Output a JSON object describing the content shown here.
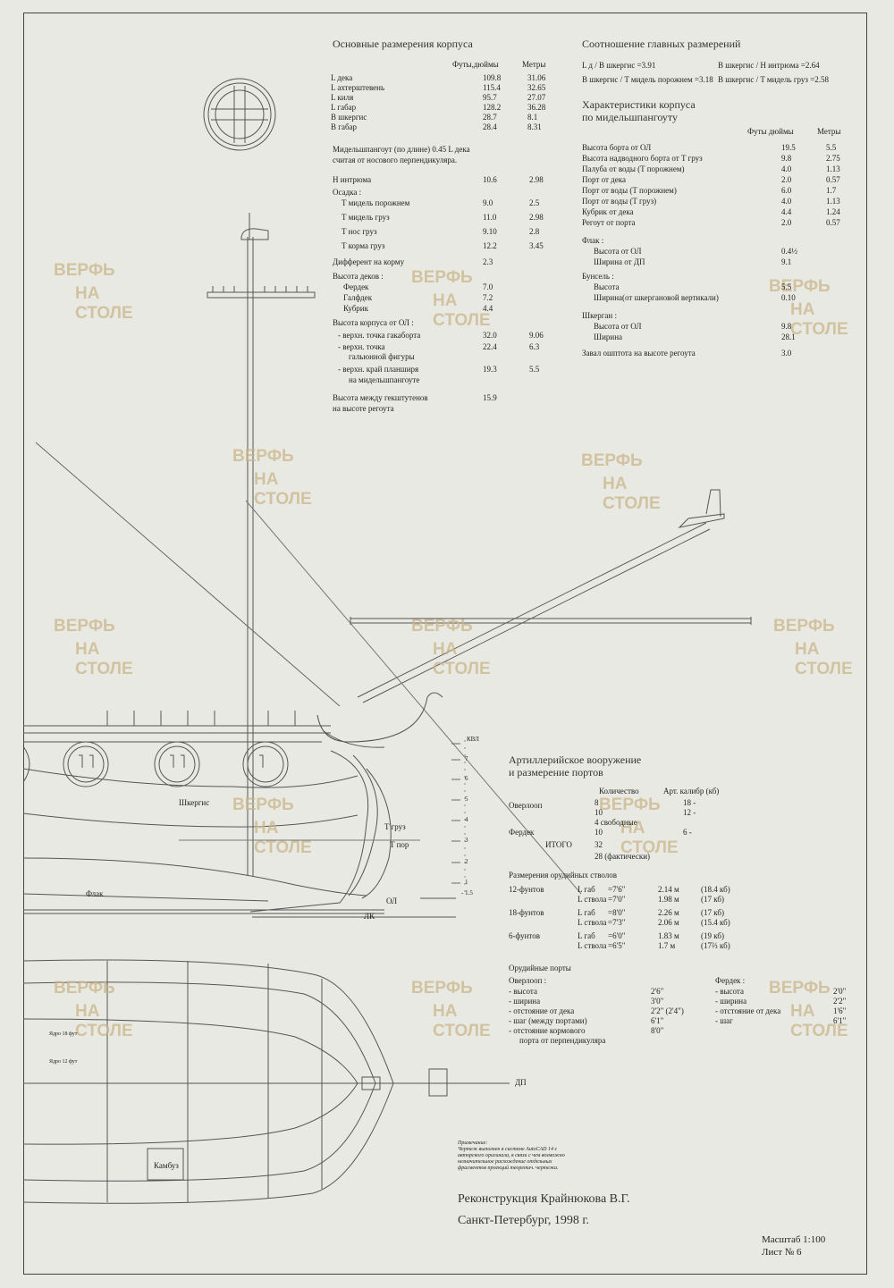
{
  "watermark": {
    "line1": "ВЕРФЬ",
    "line2": "НА СТОЛЕ"
  },
  "hull_dims": {
    "title": "Основные размерения корпуса",
    "col_ft": "Футы,дюймы",
    "col_m": "Метры",
    "rows": [
      {
        "label": "L дека",
        "ft": "109.8",
        "m": "31.06"
      },
      {
        "label": "L ахтерштевень",
        "ft": "115.4",
        "m": "32.65"
      },
      {
        "label": "L киля",
        "ft": "95.7",
        "m": "27.07"
      },
      {
        "label": "L габар",
        "ft": "128.2",
        "m": "36.28"
      },
      {
        "label": "B шкергис",
        "ft": "28.7",
        "m": "8.1"
      },
      {
        "label": "B габар",
        "ft": "28.4",
        "m": "8.31"
      }
    ],
    "midship_note1": "Мидельшпангоут (по длине) 0.45 L дека",
    "midship_note2": "считая от носового перпендикуляра.",
    "depth_label": "H интрюма",
    "depth_ft": "10.6",
    "depth_m": "2.98",
    "draft_title": "Осадка :",
    "drafts": [
      {
        "label": "T мидель порожнем",
        "ft": "9.0",
        "m": "2.5"
      },
      {
        "label": "T мидель груз",
        "ft": "11.0",
        "m": "2.98"
      },
      {
        "label": "T нос груз",
        "ft": "9.10",
        "m": "2.8"
      },
      {
        "label": "T корма груз",
        "ft": "12.2",
        "m": "3.45"
      }
    ],
    "trim_label": "Дифферент на корму",
    "trim_ft": "2.3",
    "deck_height_title": "Высота деков :",
    "decks": [
      {
        "label": "Фердек",
        "ft": "7.0"
      },
      {
        "label": "Галфдек",
        "ft": "7.2"
      },
      {
        "label": "Кубрик",
        "ft": "4.4"
      }
    ],
    "hull_height_title": "Высота корпуса от ОЛ :",
    "hull_heights": [
      {
        "label": "- верхн. точка гакаборта",
        "ft": "32.0",
        "m": "9.06"
      },
      {
        "label": "- верхн. точка",
        "ft": "22.4",
        "m": "6.3"
      },
      {
        "label": "гальюнной фигуры",
        "ft": "",
        "m": ""
      },
      {
        "label": "- верхн. край планширя",
        "ft": "19.3",
        "m": "5.5"
      },
      {
        "label": "на мидельшпангоуте",
        "ft": "",
        "m": ""
      }
    ],
    "between_label1": "Высота между гекштутенов",
    "between_label2": "на высоте регоута",
    "between_ft": "15.9"
  },
  "ratios": {
    "title": "Соотношение главных размерений",
    "r1": "L д / B шкергис =3.91",
    "r2": "B шкергис / H интрюма =2.64",
    "r3": "B шкергис / T мидель порожнем =3.18",
    "r4": "B шкергис / T мидель груз =2.58"
  },
  "midship": {
    "title1": "Характеристики корпуса",
    "title2": "по мидельшпангоуту",
    "col_ft": "Футы дюймы",
    "col_m": "Метры",
    "rows": [
      {
        "label": "Высота борта от ОЛ",
        "ft": "19.5",
        "m": "5.5"
      },
      {
        "label": "Высота надводного борта от T груз",
        "ft": "9.8",
        "m": "2.75"
      },
      {
        "label": "Палуба от воды (T порожнем)",
        "ft": "4.0",
        "m": "1.13"
      },
      {
        "label": "Порт от дека",
        "ft": "2.0",
        "m": "0.57"
      },
      {
        "label": "Порт от воды (T порожнем)",
        "ft": "6.0",
        "m": "1.7"
      },
      {
        "label": "Порт от воды (T груз)",
        "ft": "4.0",
        "m": "1.13"
      },
      {
        "label": "Кубрик от дека",
        "ft": "4.4",
        "m": "1.24"
      },
      {
        "label": "Регоут от порта",
        "ft": "2.0",
        "m": "0.57"
      }
    ],
    "flag_title": "Флак :",
    "flag_rows": [
      {
        "label": "Высота от ОЛ",
        "ft": "0.4½"
      },
      {
        "label": "Ширина от ДП",
        "ft": "9.1"
      }
    ],
    "bunsel_title": "Бунсель :",
    "bunsel_rows": [
      {
        "label": "Высота",
        "ft": "5.5"
      },
      {
        "label": "Ширина(от шкергановой вертикали)",
        "ft": "0.10"
      }
    ],
    "shkergan_title": "Шкерган :",
    "shkergan_rows": [
      {
        "label": "Высота от ОЛ",
        "ft": "9.8"
      },
      {
        "label": "Ширина",
        "ft": "28.1"
      }
    ],
    "zaval_label": "Завал ошптота на высоте регоута",
    "zaval_ft": "3.0"
  },
  "artillery": {
    "title1": "Артиллерийское вооружение",
    "title2": "и размерение портов",
    "col_qty": "Количество",
    "col_cal": "Арт. калибр (кб)",
    "overdeck_label": "Оверлооп",
    "overdeck": [
      {
        "qty": "8",
        "cal": "18 -"
      },
      {
        "qty": "10",
        "cal": "12 -"
      },
      {
        "qty": "4 свободные",
        "cal": ""
      }
    ],
    "ferdek_label": "Фердек",
    "ferdek": {
      "qty": "10",
      "cal": "6 -"
    },
    "total_label": "ИТОГО",
    "total": "32",
    "actual": "28 (фактически)",
    "barrels_title": "Размерения орудийных стволов",
    "barrels": [
      {
        "gun": "12-фунтов",
        "sub": "L габ",
        "ft": "=7'6\"",
        "m": "2.14 м",
        "cal": "(18.4 кб)"
      },
      {
        "gun": "",
        "sub": "L ствола",
        "ft": "=7'0\"",
        "m": "1.98 м",
        "cal": "(17 кб)"
      },
      {
        "gun": "18-фунтов",
        "sub": "L габ",
        "ft": "=8'0\"",
        "m": "2.26 м",
        "cal": "(17 кб)"
      },
      {
        "gun": "",
        "sub": "L ствола",
        "ft": "=7'3\"",
        "m": "2.06 м",
        "cal": "(15.4 кб)"
      },
      {
        "gun": "6-фунтов",
        "sub": "L габ",
        "ft": "=6'0\"",
        "m": "1.83 м",
        "cal": "(19 кб)"
      },
      {
        "gun": "",
        "sub": "L ствола",
        "ft": "=6'5\"",
        "m": "1.7 м",
        "cal": "(17⅔ кб)"
      }
    ],
    "ports_title": "Орудийные порты",
    "ports_overdeck_label": "Оверлооп :",
    "ports_overdeck": [
      {
        "label": "- высота",
        "v": "2'6\""
      },
      {
        "label": "- ширина",
        "v": "3'0\""
      },
      {
        "label": "- отстояние от дека",
        "v": "2'2\" (2'4\")"
      },
      {
        "label": "- шаг (между портами)",
        "v": "6'1\""
      },
      {
        "label": "- отстояние кормового",
        "v": "8'0\""
      },
      {
        "label": "порта от перпендикуляра",
        "v": ""
      }
    ],
    "ports_ferdek_label": "Фердек :",
    "ports_ferdek": [
      {
        "label": "- высота",
        "v": "2'0\""
      },
      {
        "label": "- ширина",
        "v": "2'2\""
      },
      {
        "label": "- отстояние от дека",
        "v": "1'6\""
      },
      {
        "label": "- шаг",
        "v": "6'1\""
      }
    ]
  },
  "drawing_labels": {
    "shkergis": "Шкергис",
    "flag": "Флак",
    "ol": "ОЛ",
    "lk": "ЛК",
    "dp": "ДП",
    "kambuz": "Камбуз",
    "t_gruz": "T груз",
    "t_por": "T пор",
    "kvl": "КВЛ",
    "wl_marks": [
      "7",
      "6",
      "5",
      "4",
      "3",
      "2",
      "1",
      "- 1.5"
    ],
    "plan_small1": "Ядро 18 фут",
    "plan_small2": "Ядро 12 фут"
  },
  "note": {
    "title": "Примечание:",
    "lines": [
      "Чертеж выполнен в системе AutoCAD 14 с",
      "авторского оригинала, в связи с чем возможно",
      "незначительное расхождение отдельных",
      "фрагментов проекций теоретич. чертежа."
    ]
  },
  "footer": {
    "author": "Реконструкция Крайнюкова В.Г.",
    "city": "Санкт-Петербург,  1998 г.",
    "scale": "Масштаб 1:100",
    "sheet": "Лист № 6"
  }
}
